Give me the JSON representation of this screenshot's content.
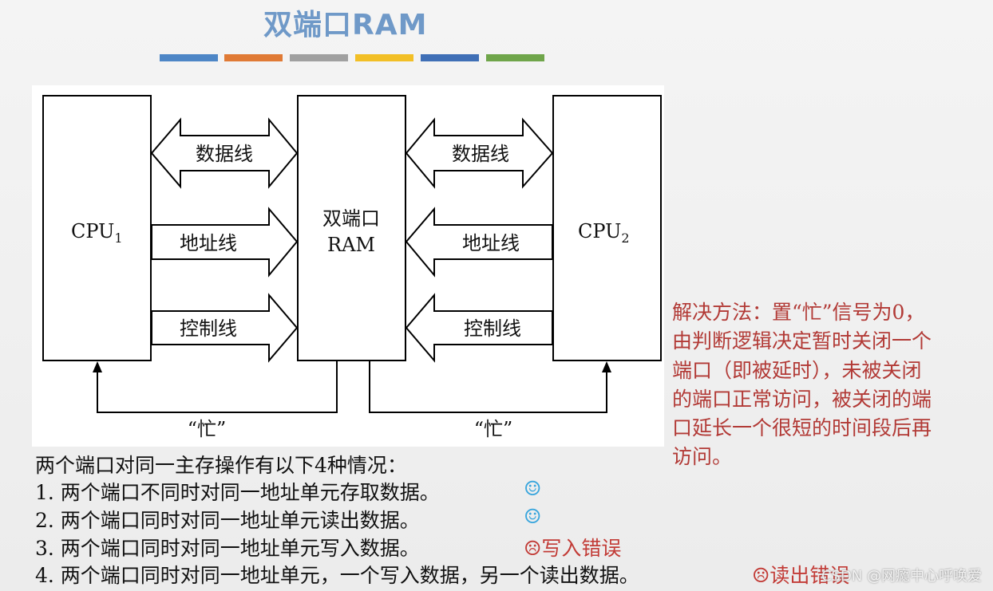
{
  "title": "双端口RAM",
  "title_bar_colors": [
    "#4d86c6",
    "#e07a35",
    "#a0a0a0",
    "#f2bf26",
    "#3f6fb6",
    "#6fa54a"
  ],
  "diagram": {
    "cpu1_label": "CPU",
    "cpu1_sub": "1",
    "cpu2_label": "CPU",
    "cpu2_sub": "2",
    "ram_line1": "双端口",
    "ram_line2": "RAM",
    "left_data_bus": "数据线",
    "left_address_bus": "地址线",
    "left_control_bus": "控制线",
    "right_data_bus": "数据线",
    "right_address_bus": "地址线",
    "right_control_bus": "控制线",
    "busy_left": "“忙”",
    "busy_right": "“忙”"
  },
  "note_lines": [
    "解决方法：置“忙”信号为0，",
    "由判断逻辑决定暂时关闭一个",
    "端口（即被延时），未被关闭",
    "的端口正常访问，被关闭的端",
    "口延长一个很短的时间段后再",
    "访问。"
  ],
  "cases": {
    "intro": "两个端口对同一主存操作有以下4种情况：",
    "case1": "1. 两个端口不同时对同一地址单元存取数据。",
    "case2": "2. 两个端口同时对同一地址单元读出数据。",
    "case3": "3. 两个端口同时对同一地址单元写入数据。",
    "case4": "4. 两个端口同时对同一地址单元，一个写入数据，另一个读出数据。",
    "case1_mark": "☺",
    "case2_mark": "☺",
    "case3_mark": "☹写入错误",
    "case4_mark": "☹读出错误"
  },
  "watermark": "CSDN @网瘾中心呼唤爱"
}
